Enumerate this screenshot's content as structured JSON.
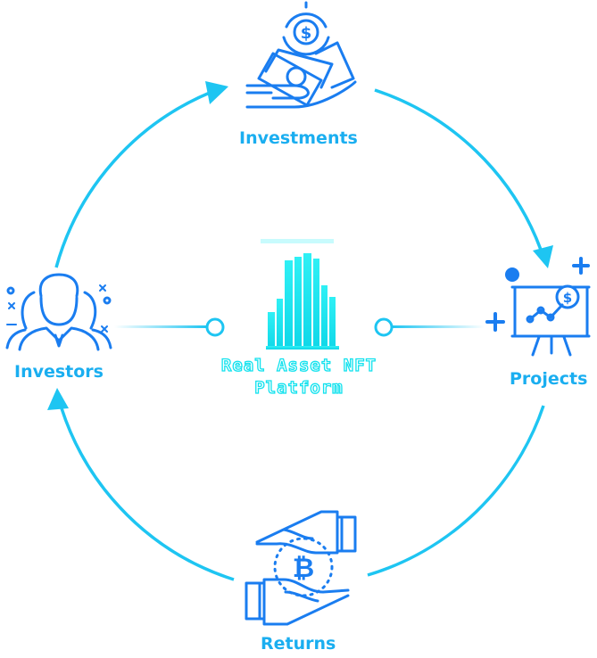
{
  "colors": {
    "cycle": "#1ec5f2",
    "icon_stroke": "#1a7df0",
    "label": "#1aaef0",
    "platform": "#12e2ee"
  },
  "nodes": {
    "investments": {
      "label": "Investments",
      "icon": "money-hand-icon"
    },
    "projects": {
      "label": "Projects",
      "icon": "presentation-chart-icon"
    },
    "returns": {
      "label": "Returns",
      "icon": "bitcoin-exchange-hands-icon"
    },
    "investors": {
      "label": "Investors",
      "icon": "investor-group-icon"
    }
  },
  "center": {
    "line1": "Real Asset NFT",
    "line2": "Platform",
    "icon": "skyscraper-icon"
  }
}
